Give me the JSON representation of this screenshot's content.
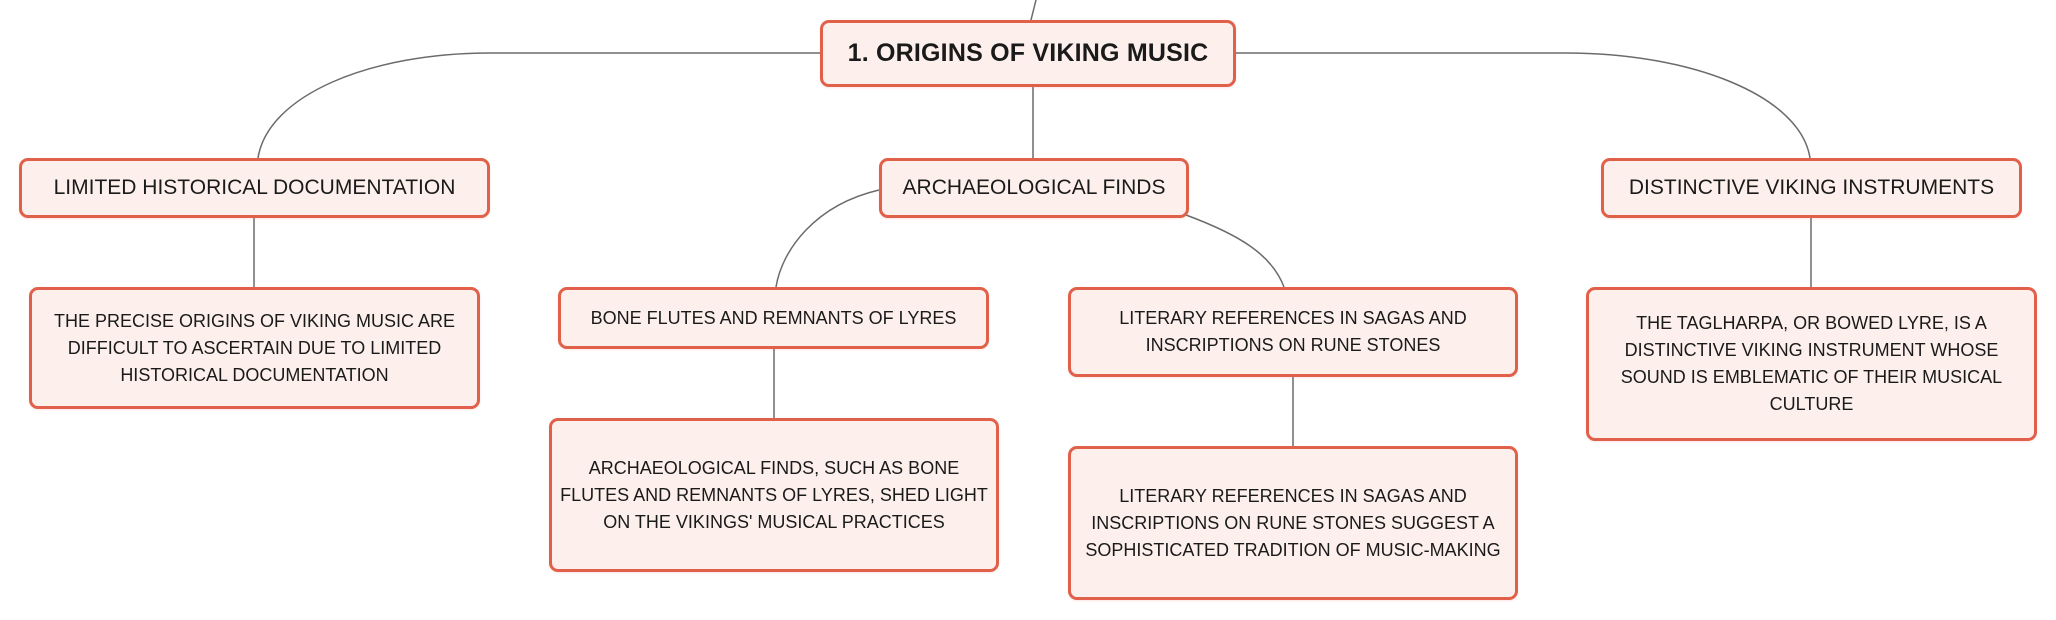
{
  "diagram": {
    "colors": {
      "border": "#e0604a",
      "fill": "#fdf0ec",
      "connector": "#6b6b6b",
      "text": "#1a1a1a"
    },
    "nodes": {
      "root": "1. ORIGINS OF VIKING MUSIC",
      "limited_documentation": "LIMITED HISTORICAL DOCUMENTATION",
      "archaeological_finds": "ARCHAEOLOGICAL FINDS",
      "distinctive_instruments": "DISTINCTIVE VIKING INSTRUMENTS",
      "precise_origins": "THE PRECISE ORIGINS OF VIKING MUSIC ARE DIFFICULT TO ASCERTAIN DUE TO LIMITED HISTORICAL DOCUMENTATION",
      "bone_flutes": "BONE FLUTES AND REMNANTS OF LYRES",
      "literary_references": "LITERARY REFERENCES IN SAGAS AND INSCRIPTIONS ON RUNE STONES",
      "taglharpa": "THE TAGLHARPA, OR BOWED LYRE, IS A DISTINCTIVE VIKING INSTRUMENT WHOSE SOUND IS EMBLEMATIC OF THEIR MUSICAL CULTURE",
      "bone_flutes_detail": "ARCHAEOLOGICAL FINDS, SUCH AS BONE FLUTES AND REMNANTS OF LYRES, SHED LIGHT ON THE VIKINGS' MUSICAL PRACTICES",
      "literary_detail": "LITERARY REFERENCES IN SAGAS AND INSCRIPTIONS ON RUNE STONES SUGGEST A SOPHISTICATED TRADITION OF MUSIC-MAKING"
    }
  }
}
